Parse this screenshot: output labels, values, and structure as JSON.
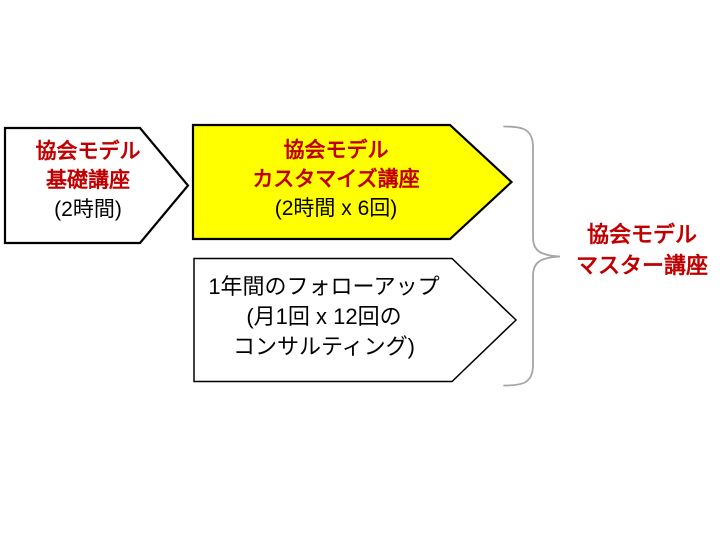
{
  "colors": {
    "slide_bg": "#FFFFFF",
    "accent_red": "#C00000",
    "highlight_yellow": "#FFFF00",
    "shape_border": "#000000",
    "brace_gray": "#A6A6A6",
    "text_black": "#000000"
  },
  "arrows": {
    "basic": {
      "title_line1": "協会モデル",
      "title_line2": "基礎講座",
      "subtitle": "(2時間)"
    },
    "customize": {
      "title_line1": "協会モデル",
      "title_line2": "カスタマイズ講座",
      "subtitle": "(2時間 x 6回)"
    },
    "followup": {
      "line1": "1年間のフォローアップ",
      "line2": "(月1回 x 12回の",
      "line3": "コンサルティング)"
    }
  },
  "master_label": {
    "line1": "協会モデル",
    "line2": "マスター講座"
  }
}
